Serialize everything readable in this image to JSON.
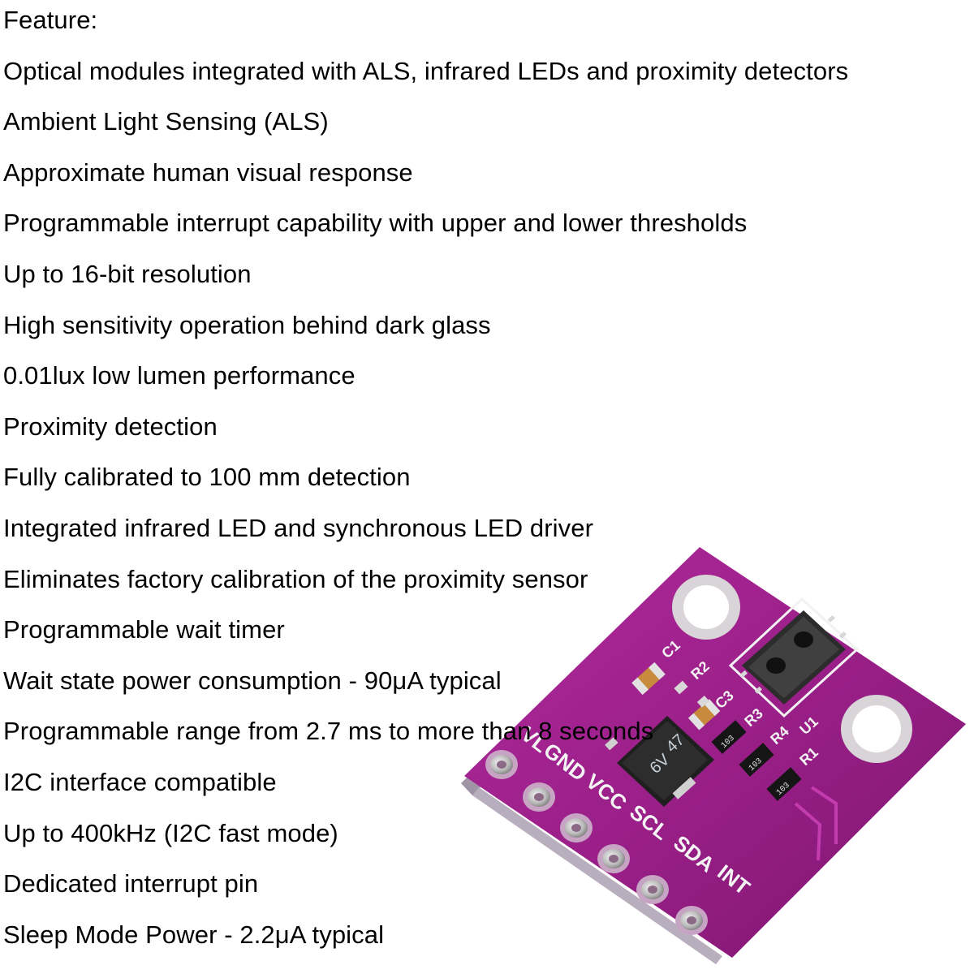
{
  "heading": "Feature:",
  "features": [
    "Optical modules integrated with ALS, infrared LEDs and proximity detectors",
    "Ambient Light Sensing (ALS)",
    "Approximate human visual response",
    "Programmable interrupt capability with upper and lower thresholds",
    "Up to 16-bit resolution",
    "High sensitivity operation behind dark glass",
    "0.01lux low lumen performance",
    "Proximity detection",
    "Fully calibrated to 100 mm detection",
    "Integrated infrared LED and synchronous LED driver",
    "Eliminates factory calibration of the proximity sensor",
    "Programmable wait timer",
    "Wait state power consumption - 90μA typical",
    "Programmable range from 2.7 ms to more than 8 seconds",
    "I2C interface compatible",
    "Up to 400kHz (I2C fast mode)",
    "Dedicated interrupt pin",
    "Sleep Mode Power - 2.2μA typical"
  ],
  "board": {
    "pin_labels": [
      "VL",
      "GND",
      "VCC",
      "SCL",
      "SDA",
      "INT"
    ],
    "component_labels": {
      "c1": "C1",
      "c3": "C3",
      "r2": "R2",
      "r3": "R3",
      "r4": "R4",
      "r1": "R1",
      "u1": "U1"
    },
    "regulator_marking_top": "47",
    "regulator_marking_bottom": "6V",
    "resistor_marking_a": "103",
    "resistor_marking_b": "103",
    "resistor_marking_c": "103",
    "board_color": "#a0228e"
  }
}
